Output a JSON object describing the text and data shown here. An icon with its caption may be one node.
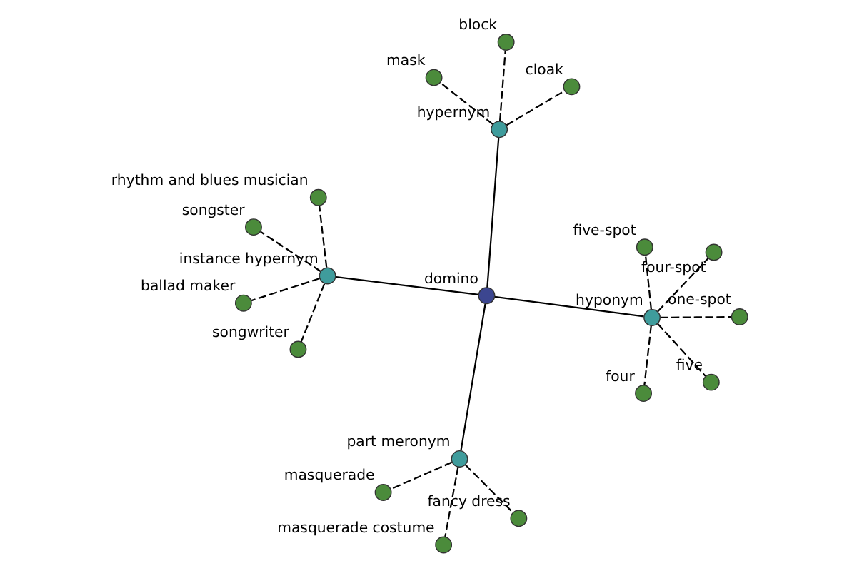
{
  "diagram": {
    "nodes": [
      {
        "text": [],
        "shape": "circle",
        "beside": [
          "domino"
        ]
      },
      {
        "text": [],
        "shape": "circle",
        "beside": [
          "hypernym"
        ]
      },
      {
        "text": [],
        "shape": "circle",
        "beside": [
          "cloak"
        ]
      },
      {
        "text": [],
        "shape": "circle",
        "beside": [
          "mask"
        ]
      },
      {
        "text": [],
        "shape": "circle",
        "beside": [
          "block"
        ]
      },
      {
        "text": [],
        "shape": "circle",
        "beside": [
          "part meronym"
        ]
      },
      {
        "text": [],
        "shape": "circle",
        "beside": [
          "masquerade"
        ]
      },
      {
        "text": [],
        "shape": "circle",
        "beside": [
          "fancy dress"
        ]
      },
      {
        "text": [],
        "shape": "circle",
        "beside": [
          "masquerade costume"
        ]
      },
      {
        "text": [],
        "shape": "circle",
        "beside": [
          "hyponym"
        ]
      },
      {
        "text": [],
        "shape": "circle",
        "beside": [
          "four"
        ]
      },
      {
        "text": [],
        "shape": "circle",
        "beside": [
          "five-spot"
        ]
      },
      {
        "text": [],
        "shape": "circle",
        "beside": [
          "five"
        ]
      },
      {
        "text": [],
        "shape": "circle",
        "beside": [
          "one-spot"
        ]
      },
      {
        "text": [],
        "shape": "circle",
        "beside": [
          "four-spot"
        ]
      },
      {
        "text": [],
        "shape": "circle",
        "beside": [
          "instance hypernym"
        ]
      },
      {
        "text": [],
        "shape": "circle",
        "beside": [
          "songwriter"
        ]
      },
      {
        "text": [],
        "shape": "circle",
        "beside": [
          "songster"
        ]
      },
      {
        "text": [],
        "shape": "circle",
        "beside": [
          "ballad maker"
        ]
      },
      {
        "text": [],
        "shape": "circle",
        "beside": [
          "rhythm and blues musician"
        ]
      }
    ],
    "edges": [
      {
        "from": 0,
        "to": 1,
        "arrow": "none"
      },
      {
        "from": 1,
        "to": 2,
        "arrow": "none",
        "style": "dashed"
      },
      {
        "from": 1,
        "to": 3,
        "arrow": "none",
        "style": "dashed"
      },
      {
        "from": 1,
        "to": 4,
        "arrow": "none",
        "style": "dashed"
      },
      {
        "from": 0,
        "to": 5,
        "arrow": "none"
      },
      {
        "from": 5,
        "to": 6,
        "arrow": "none",
        "style": "dashed"
      },
      {
        "from": 5,
        "to": 7,
        "arrow": "none",
        "style": "dashed"
      },
      {
        "from": 5,
        "to": 8,
        "arrow": "none",
        "style": "dashed"
      },
      {
        "from": 0,
        "to": 9,
        "arrow": "none"
      },
      {
        "from": 9,
        "to": 10,
        "arrow": "none",
        "style": "dashed"
      },
      {
        "from": 9,
        "to": 11,
        "arrow": "none",
        "style": "dashed"
      },
      {
        "from": 9,
        "to": 12,
        "arrow": "none",
        "style": "dashed"
      },
      {
        "from": 9,
        "to": 13,
        "arrow": "none",
        "style": "dashed"
      },
      {
        "from": 9,
        "to": 14,
        "arrow": "none",
        "style": "dashed"
      },
      {
        "from": 0,
        "to": 15,
        "arrow": "none"
      },
      {
        "from": 15,
        "to": 16,
        "arrow": "none",
        "style": "dashed"
      },
      {
        "from": 15,
        "to": 17,
        "arrow": "none",
        "style": "dashed"
      },
      {
        "from": 15,
        "to": 18,
        "arrow": "none",
        "style": "dashed"
      },
      {
        "from": 15,
        "to": 19,
        "arrow": "none",
        "style": "dashed"
      }
    ]
  }
}
